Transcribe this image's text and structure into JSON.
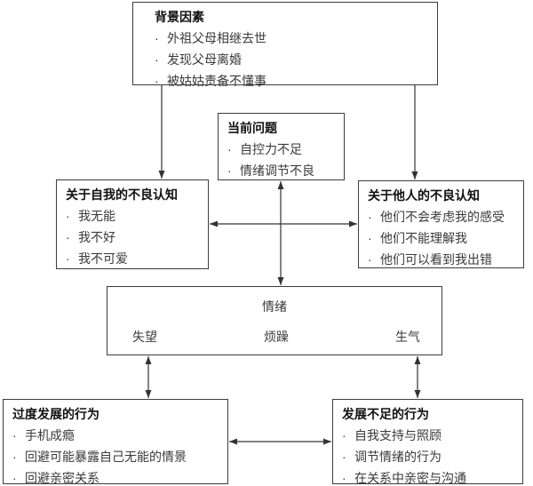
{
  "bullet_glyph": "·",
  "boxes": {
    "background": {
      "title": "背景因素",
      "items": [
        "外祖父母相继去世",
        "发现父母离婚",
        "被姑姑责备不懂事"
      ]
    },
    "current_problems": {
      "title": "当前问题",
      "items": [
        "自控力不足",
        "情绪调节不良"
      ]
    },
    "self_beliefs": {
      "title": "关于自我的不良认知",
      "items": [
        "我无能",
        "我不好",
        "我不可爱"
      ]
    },
    "other_beliefs": {
      "title": "关于他人的不良认知",
      "items": [
        "他们不会考虑我的感受",
        "他们不能理解我",
        "他们可以看到我出错"
      ]
    },
    "emotions": {
      "title": "情绪",
      "items": [
        "失望",
        "烦躁",
        "生气"
      ]
    },
    "overdeveloped_behaviors": {
      "title": "过度发展的行为",
      "items": [
        "手机成瘾",
        "回避可能暴露自己无能的情景",
        "回避亲密关系"
      ]
    },
    "underdeveloped_behaviors": {
      "title": "发展不足的行为",
      "items": [
        "自我支持与照顾",
        "调节情绪的行为",
        "在关系中亲密与沟通"
      ]
    }
  },
  "colors": {
    "border": "#3c3c3c",
    "title_text": "#111111",
    "item_text": "#3a3a3a",
    "arrow": "#333333",
    "background": "#ffffff"
  }
}
